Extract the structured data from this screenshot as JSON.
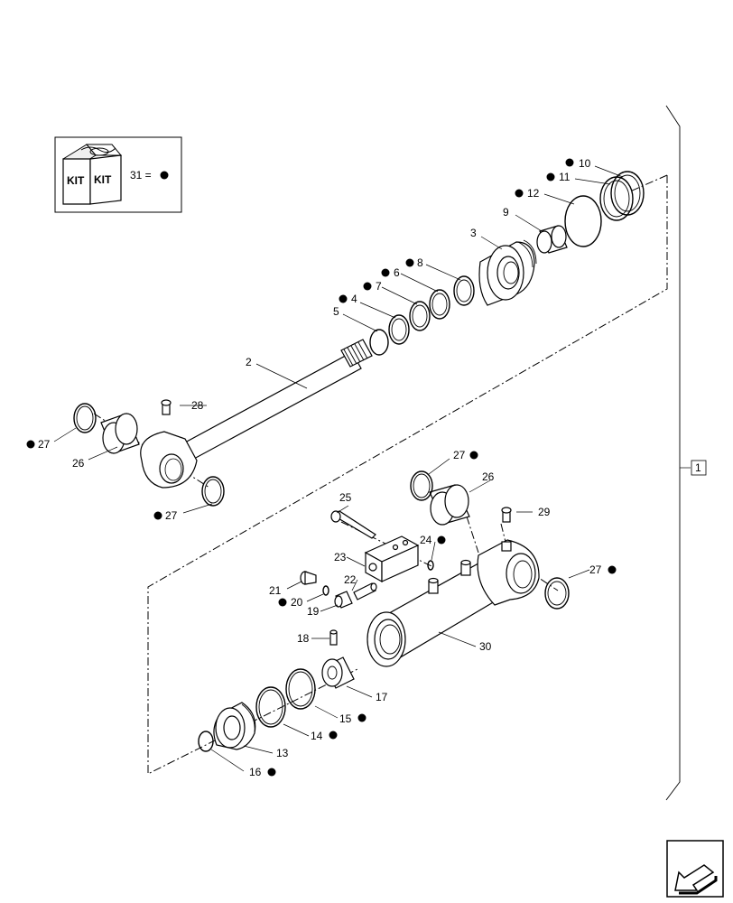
{
  "kit_legend": {
    "kit_word": "KIT",
    "equation": "31 ="
  },
  "callouts": [
    {
      "id": "c1",
      "text": "1",
      "dot": false
    },
    {
      "id": "c2",
      "text": "2",
      "dot": false
    },
    {
      "id": "c3",
      "text": "3",
      "dot": false
    },
    {
      "id": "c4",
      "text": "4",
      "dot": true
    },
    {
      "id": "c5",
      "text": "5",
      "dot": false
    },
    {
      "id": "c6",
      "text": "6",
      "dot": true
    },
    {
      "id": "c7",
      "text": "7",
      "dot": true
    },
    {
      "id": "c8",
      "text": "8",
      "dot": true
    },
    {
      "id": "c9",
      "text": "9",
      "dot": false
    },
    {
      "id": "c10",
      "text": "10",
      "dot": true
    },
    {
      "id": "c11",
      "text": "11",
      "dot": true
    },
    {
      "id": "c12",
      "text": "12",
      "dot": true
    },
    {
      "id": "c13",
      "text": "13",
      "dot": false
    },
    {
      "id": "c14",
      "text": "14",
      "dot": true
    },
    {
      "id": "c15",
      "text": "15",
      "dot": true
    },
    {
      "id": "c16",
      "text": "16",
      "dot": true
    },
    {
      "id": "c17",
      "text": "17",
      "dot": false
    },
    {
      "id": "c18",
      "text": "18",
      "dot": false
    },
    {
      "id": "c19",
      "text": "19",
      "dot": false
    },
    {
      "id": "c20",
      "text": "20",
      "dot": true
    },
    {
      "id": "c21",
      "text": "21",
      "dot": false
    },
    {
      "id": "c22",
      "text": "22",
      "dot": false
    },
    {
      "id": "c23",
      "text": "23",
      "dot": false
    },
    {
      "id": "c24",
      "text": "24",
      "dot": true
    },
    {
      "id": "c25",
      "text": "25",
      "dot": false
    },
    {
      "id": "c26a",
      "text": "26",
      "dot": false
    },
    {
      "id": "c26b",
      "text": "26",
      "dot": false
    },
    {
      "id": "c27a",
      "text": "27",
      "dot": true
    },
    {
      "id": "c27b",
      "text": "27",
      "dot": true
    },
    {
      "id": "c27c",
      "text": "27",
      "dot": true
    },
    {
      "id": "c27d",
      "text": "27",
      "dot": true
    },
    {
      "id": "c28",
      "text": "28",
      "dot": false
    },
    {
      "id": "c29",
      "text": "29",
      "dot": false
    },
    {
      "id": "c30",
      "text": "30",
      "dot": false
    }
  ],
  "nav": {
    "icon": "next-page-arrow-icon"
  }
}
